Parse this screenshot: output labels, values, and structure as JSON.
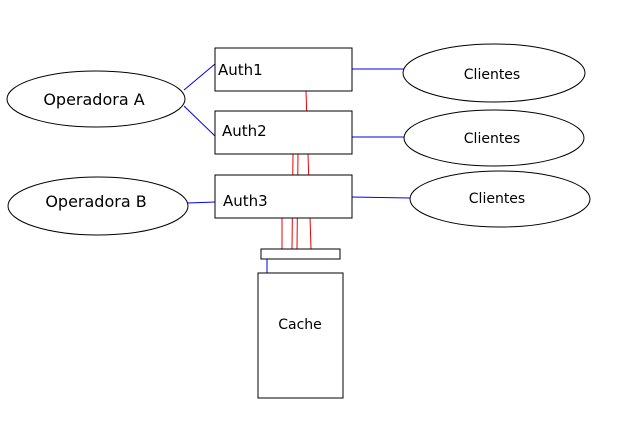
{
  "operators": [
    {
      "id": "operadora-a",
      "label": "Operadora A"
    },
    {
      "id": "operadora-b",
      "label": "Operadora B"
    }
  ],
  "auth_servers": [
    {
      "id": "auth1",
      "label": "Auth1"
    },
    {
      "id": "auth2",
      "label": "Auth2"
    },
    {
      "id": "auth3",
      "label": "Auth3"
    }
  ],
  "clients": [
    {
      "id": "clientes-1",
      "label": "Clientes"
    },
    {
      "id": "clientes-2",
      "label": "Clientes"
    },
    {
      "id": "clientes-3",
      "label": "Clientes"
    }
  ],
  "cache": {
    "label": "Cache"
  },
  "colors": {
    "outline": "#000000",
    "link_blue": "#0000ee",
    "link_red": "#ee0000",
    "background": "#ffffff"
  }
}
